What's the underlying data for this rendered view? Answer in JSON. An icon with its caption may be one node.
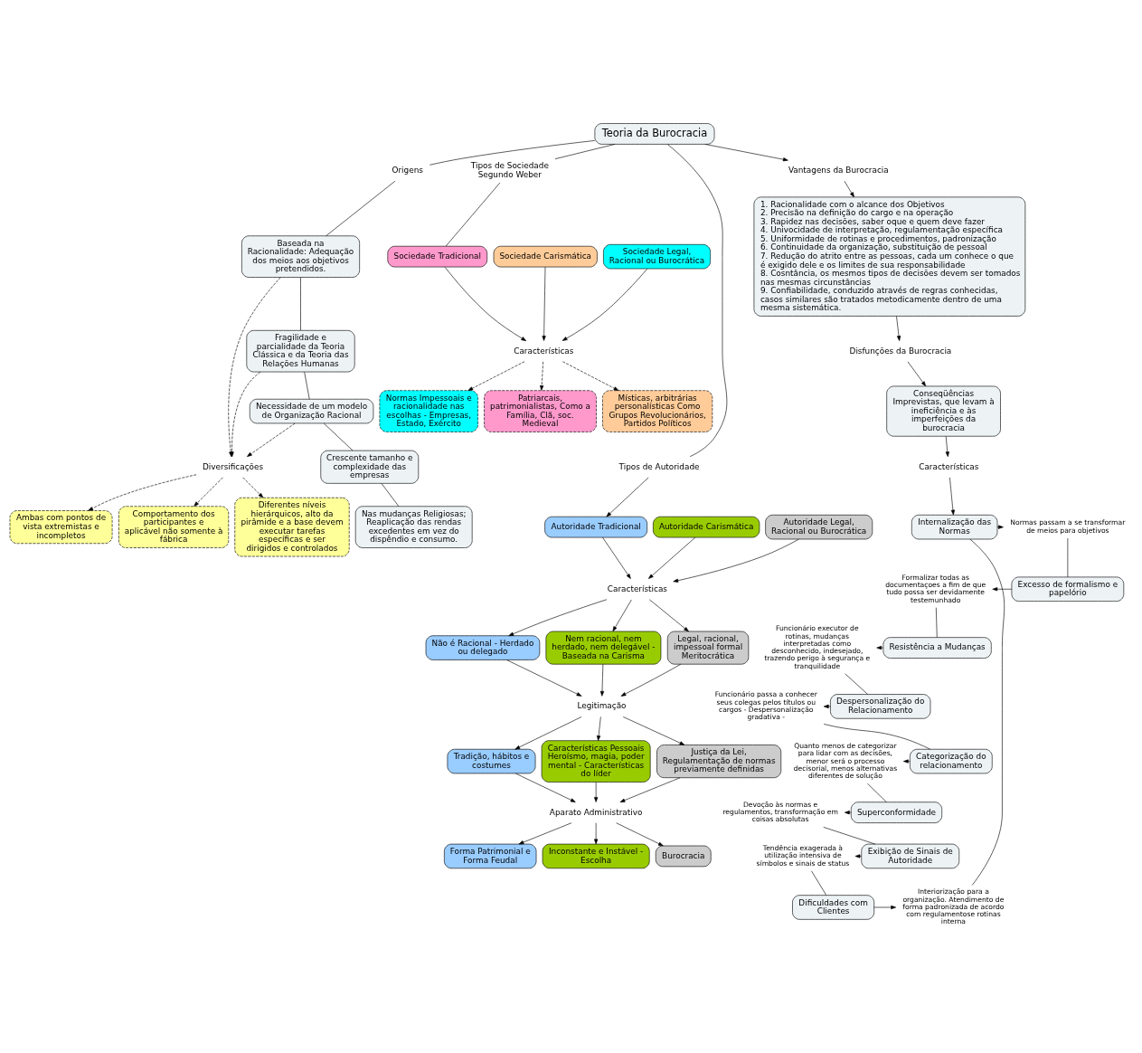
{
  "diagram": {
    "nodes": [
      {
        "text": [
          "Origens"
        ]
      },
      {
        "text": [
          "Baseada na Racionalidade: Adequação dos meios aos objetivos pretendidos."
        ]
      },
      {
        "text": [
          "Fragilidade e parcialidade da Teoria Clássica e da Teoria das Relações Humanas"
        ]
      },
      {
        "text": [
          "Diversificações"
        ]
      },
      {
        "text": [
          "Ambas com pontos de vista extremistas e incompletos"
        ]
      },
      {
        "text": [
          "Comportamento dos participantes e aplicável não somente à fábrica"
        ]
      },
      {
        "text": [
          "Necessidade de um modelo de Organização Racional"
        ]
      },
      {
        "text": [
          "Diferentes níveis hierárquicos, alto da pirâmide e a base devem executar tarefas específicas e ser dirigidos e controlados"
        ]
      },
      {
        "text": [
          "Crescente tamanho e complexidade das empresas"
        ]
      },
      {
        "text": [
          "Nas mudanças Religiosas; Reaplicação das rendas excedentes em vez do dispêndio e consumo."
        ]
      },
      {
        "text": [
          "Tipos de Sociedade Segundo Weber"
        ]
      },
      {
        "text": [
          "Sociedade Tradicional"
        ]
      },
      {
        "text": [
          "Patriarcais, patrimonialistas, Como a Família, Clã, soc. Medieval"
        ]
      },
      {
        "text": [
          "Sociedade Carismática"
        ]
      },
      {
        "text": [
          "Características"
        ]
      },
      {
        "text": [
          "Místicas, arbitrárias personalísticas Como Grupos Revolucionários, Partidos Políticos"
        ]
      },
      {
        "text": [
          "Sociedade Legal, Racional ou Burocrática"
        ]
      },
      {
        "text": [
          "Normas Impessoais e racionalidade nas escolhas - Empresas, Estado, Exército"
        ]
      },
      {
        "text": [
          "Teoria da Burocracia"
        ]
      },
      {
        "text": [
          "Tipos de Autoridade"
        ]
      },
      {
        "text": [
          "Vantagens da Burocracia"
        ]
      },
      {
        "text": [
          "Não é Racional - Herdado ou delegado"
        ]
      },
      {
        "text": [
          "Autoridade Tradicional"
        ]
      },
      {
        "text": [
          "Nem racional, nem herdado, nem delegável - Baseada na Carisma"
        ]
      },
      {
        "text": [
          "Características"
        ]
      },
      {
        "text": [
          "Autoridade Carismática"
        ]
      },
      {
        "text": [
          "Legal, racional, impessoal formal Meritocrática"
        ]
      },
      {
        "text": [
          "Autoridade Legal, Racional ou Burocrática"
        ]
      },
      {
        "text": [
          "1. Racionalidade com o alcance dos Objetivos",
          "2. Precisão na definição do cargo e na operação",
          "3. Rapidez nas decisões, saber oque e quem deve fazer",
          "4. Univocidade de interpretação, regulamentação específica",
          "5. Uniformidade de rotinas e procedimentos, padronização",
          "6. Continuidade da organização, substituição de pessoal",
          "7. Redução do atrito entre as pessoas, cada um conhece o que é exigido dele e os limites de sua responsabilidade",
          "8. Cosntância, os mesmos tipos de decisões devem ser tomados nas mesmas circunstâncias",
          "9. Confiabilidade, conduzido através de regras conhecidas, casos similares são tratados metodicamente dentro de uma mesma sistemática."
        ]
      },
      {
        "text": [
          "Legitimação"
        ]
      },
      {
        "text": [
          "Tradição, hábitos e costumes"
        ]
      },
      {
        "text": [
          "Forma Patrimonial e Forma Feudal"
        ]
      },
      {
        "text": [
          "Características Pessoais Heroísmo, magia, poder mental - Características do líder"
        ]
      },
      {
        "text": [
          "Aparato Administrativo"
        ]
      },
      {
        "text": [
          "Inconstante e Instável - Escolha"
        ]
      },
      {
        "text": [
          "Justiça da Lei, Regulamentação de normas previamente definidas"
        ]
      },
      {
        "text": [
          "Burocracia"
        ]
      },
      {
        "text": [
          "Disfunções da Burocracia"
        ]
      },
      {
        "text": [
          "Conseqüências Imprevistas, que levam à ineficiência e às imperfeições da burocracia"
        ]
      },
      {
        "text": [
          "Características"
        ]
      },
      {
        "text": [
          "Internalização das Normas"
        ]
      },
      {
        "text": [
          "Normas passam a se transformar de meios para objetivos"
        ]
      },
      {
        "text": [
          "Excesso de formalismo e papelório"
        ]
      },
      {
        "text": [
          "Formalizar todas as documentaçoes a fim de que tudo possa ser devidamente testemunhado"
        ]
      },
      {
        "text": [
          "Resistência a Mudanças"
        ]
      },
      {
        "text": [
          "Interiorização para a organização. Atendimento de forma padronizada de acordo com regulamentose rotinas interna"
        ]
      },
      {
        "text": [
          "Funcionário executor de rotinas, mudanças interpretadas como desconhecido, indesejado, trazendo perigo à segurança e tranquilidade"
        ]
      },
      {
        "text": [
          "Dificuldades com Clientes"
        ]
      },
      {
        "text": [
          "Devoção às normas e regulamentos, transformação em coisas absolutas"
        ]
      },
      {
        "text": [
          "Superconformidade"
        ]
      },
      {
        "text": [
          "Funcionário passa a conhecer seus colegas pelos títulos ou cargos - Despersonalização gradativa -"
        ]
      },
      {
        "text": [
          "Despersonalização do Relacionamento"
        ]
      },
      {
        "text": [
          "Tendência exagerada à utilização intensiva de símbolos e sinais de status"
        ]
      },
      {
        "text": [
          "Exibição de Sinais de Autoridade"
        ]
      },
      {
        "text": [
          "Quanto menos de categorizar para lidar com as decisões, menor será o processo decisorial, menos alternativas diferentes de solução"
        ]
      },
      {
        "text": [
          "Categorização do relacionamento"
        ]
      }
    ],
    "edges": [
      {
        "from": 18,
        "to": 0,
        "arrow": "none"
      },
      {
        "from": 0,
        "to": 1,
        "arrow": "none"
      },
      {
        "from": 1,
        "to": 2,
        "arrow": "none"
      },
      {
        "from": 2,
        "to": 6,
        "arrow": "none"
      },
      {
        "from": 6,
        "to": 8,
        "arrow": "none"
      },
      {
        "from": 8,
        "to": 9,
        "arrow": "none"
      },
      {
        "from": 1,
        "to": 3,
        "arrow": "to",
        "style": "dashed"
      },
      {
        "from": 2,
        "to": 3,
        "arrow": "to",
        "style": "dashed"
      },
      {
        "from": 6,
        "to": 3,
        "arrow": "to",
        "style": "dashed"
      },
      {
        "from": 3,
        "to": 4,
        "arrow": "to",
        "style": "dashed"
      },
      {
        "from": 3,
        "to": 5,
        "arrow": "to",
        "style": "dashed"
      },
      {
        "from": 3,
        "to": 7,
        "arrow": "to",
        "style": "dashed"
      },
      {
        "from": 18,
        "to": 10,
        "arrow": "none"
      },
      {
        "from": 10,
        "to": 11,
        "arrow": "none"
      },
      {
        "from": 11,
        "to": 14,
        "arrow": "to"
      },
      {
        "from": 13,
        "to": 14,
        "arrow": "to"
      },
      {
        "from": 16,
        "to": 14,
        "arrow": "to"
      },
      {
        "from": 14,
        "to": 12,
        "arrow": "to",
        "style": "dashed"
      },
      {
        "from": 14,
        "to": 15,
        "arrow": "to",
        "style": "dashed"
      },
      {
        "from": 14,
        "to": 17,
        "arrow": "to",
        "style": "dashed"
      },
      {
        "from": 18,
        "to": 19,
        "arrow": "none"
      },
      {
        "from": 19,
        "to": 22,
        "arrow": "to"
      },
      {
        "from": 22,
        "to": 24,
        "arrow": "to"
      },
      {
        "from": 25,
        "to": 24,
        "arrow": "to"
      },
      {
        "from": 27,
        "to": 24,
        "arrow": "to"
      },
      {
        "from": 24,
        "to": 21,
        "arrow": "to"
      },
      {
        "from": 24,
        "to": 23,
        "arrow": "to"
      },
      {
        "from": 24,
        "to": 26,
        "arrow": "to"
      },
      {
        "from": 21,
        "to": 29,
        "arrow": "to"
      },
      {
        "from": 23,
        "to": 29,
        "arrow": "to"
      },
      {
        "from": 26,
        "to": 29,
        "arrow": "to"
      },
      {
        "from": 29,
        "to": 30,
        "arrow": "to"
      },
      {
        "from": 29,
        "to": 32,
        "arrow": "to"
      },
      {
        "from": 29,
        "to": 35,
        "arrow": "to"
      },
      {
        "from": 30,
        "to": 33,
        "arrow": "to"
      },
      {
        "from": 32,
        "to": 33,
        "arrow": "to"
      },
      {
        "from": 35,
        "to": 33,
        "arrow": "to"
      },
      {
        "from": 33,
        "to": 31,
        "arrow": "to"
      },
      {
        "from": 33,
        "to": 34,
        "arrow": "to"
      },
      {
        "from": 33,
        "to": 36,
        "arrow": "to"
      },
      {
        "from": 18,
        "to": 20,
        "arrow": "to"
      },
      {
        "from": 20,
        "to": 28,
        "arrow": "to"
      },
      {
        "from": 28,
        "to": 37,
        "arrow": "to"
      },
      {
        "from": 37,
        "to": 38,
        "arrow": "to"
      },
      {
        "from": 38,
        "to": 39,
        "arrow": "to"
      },
      {
        "from": 39,
        "to": 40,
        "arrow": "to"
      },
      {
        "from": 40,
        "to": 41,
        "arrow": "to"
      },
      {
        "from": 41,
        "to": 42,
        "arrow": "none"
      },
      {
        "from": 42,
        "to": 43,
        "arrow": "to"
      },
      {
        "from": 43,
        "to": 44,
        "arrow": "none"
      },
      {
        "from": 44,
        "to": 46,
        "arrow": "to"
      },
      {
        "from": 46,
        "to": 51,
        "arrow": "none"
      },
      {
        "from": 51,
        "to": 50,
        "arrow": "to"
      },
      {
        "from": 50,
        "to": 55,
        "arrow": "none"
      },
      {
        "from": 55,
        "to": 54,
        "arrow": "to"
      },
      {
        "from": 54,
        "to": 49,
        "arrow": "none"
      },
      {
        "from": 49,
        "to": 48,
        "arrow": "to"
      },
      {
        "from": 48,
        "to": 53,
        "arrow": "none"
      },
      {
        "from": 53,
        "to": 52,
        "arrow": "to"
      },
      {
        "from": 52,
        "to": 47,
        "arrow": "none"
      },
      {
        "from": 47,
        "to": 45,
        "arrow": "to"
      },
      {
        "from": 45,
        "to": 40,
        "arrow": "none"
      }
    ]
  }
}
